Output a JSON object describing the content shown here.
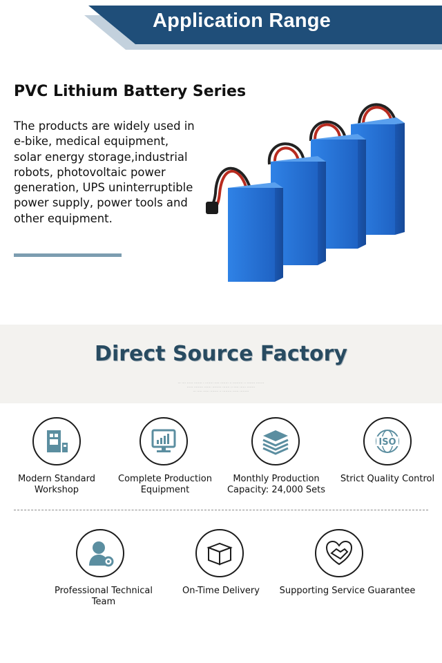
{
  "header": {
    "title": "Application Range"
  },
  "product": {
    "title": "PVC Lithium Battery Series",
    "description": "The products are widely used in e-bike, medical equipment, solar energy storage,industrial robots, photovoltaic power generation, UPS uninterruptible power supply, power tools and other equipment."
  },
  "factory": {
    "title": "Direct Source Factory"
  },
  "features_row1": [
    {
      "label": "Modern Standard Workshop",
      "icon": "workshop-icon"
    },
    {
      "label": "Complete Production Equipment",
      "icon": "monitor-chart-icon"
    },
    {
      "label": "Monthly Production Capacity: 24,000 Sets",
      "icon": "layers-icon"
    },
    {
      "label": "Strict Quality Control",
      "icon": "iso-icon"
    }
  ],
  "features_row2": [
    {
      "label": "Professional Technical Team",
      "icon": "technician-icon"
    },
    {
      "label": "On-Time Delivery",
      "icon": "box-icon"
    },
    {
      "label": "Supporting Service Guarantee",
      "icon": "handshake-heart-icon"
    }
  ],
  "colors": {
    "banner_dark": "#1f4e79",
    "banner_light": "#b7c7d6",
    "title_teal": "#284b61",
    "icon_teal": "#5b8ea0",
    "battery_blue": "#2a78d8"
  }
}
